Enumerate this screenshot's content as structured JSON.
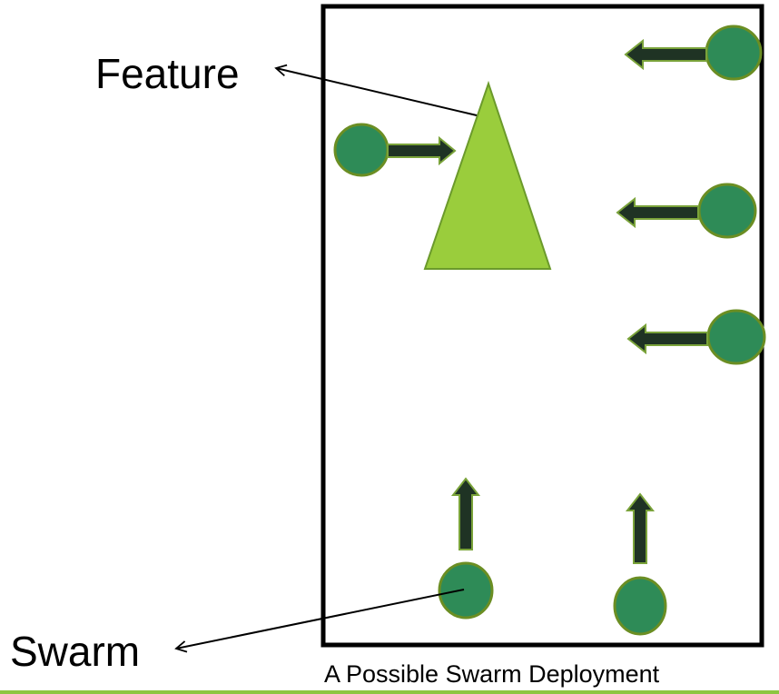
{
  "labels": {
    "feature": "Feature",
    "swarm": "Swarm",
    "caption": "A Possible Swarm Deployment"
  },
  "colors": {
    "agent_fill": "#2e8b57",
    "agent_stroke": "#6b8e23",
    "arrow_fill": "#1f3324",
    "arrow_stroke": "#7aa33a",
    "feature_fill": "#9acd3c",
    "feature_stroke": "#6b9a2b",
    "frame": "#000000",
    "bottom_rule": "#8dc641"
  },
  "icons": {
    "agent": "filled-circle",
    "movement": "block-arrow",
    "feature": "triangle"
  }
}
